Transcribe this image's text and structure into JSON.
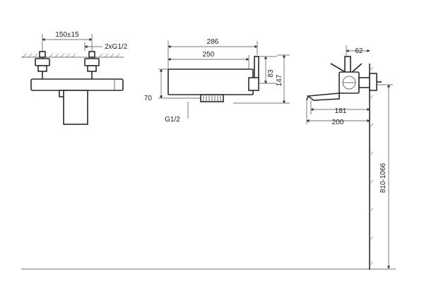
{
  "dimensions": {
    "spacing": "150±15",
    "connection_size": "2xG1/2",
    "total_length": "286",
    "body_length": "250",
    "lever_height": "83",
    "total_height": "147",
    "outlet_height": "70",
    "outlet_thread": "G1/2",
    "projection_top": "62",
    "spout_projection": "181",
    "total_projection": "200",
    "mounting_height": "810-1066"
  }
}
